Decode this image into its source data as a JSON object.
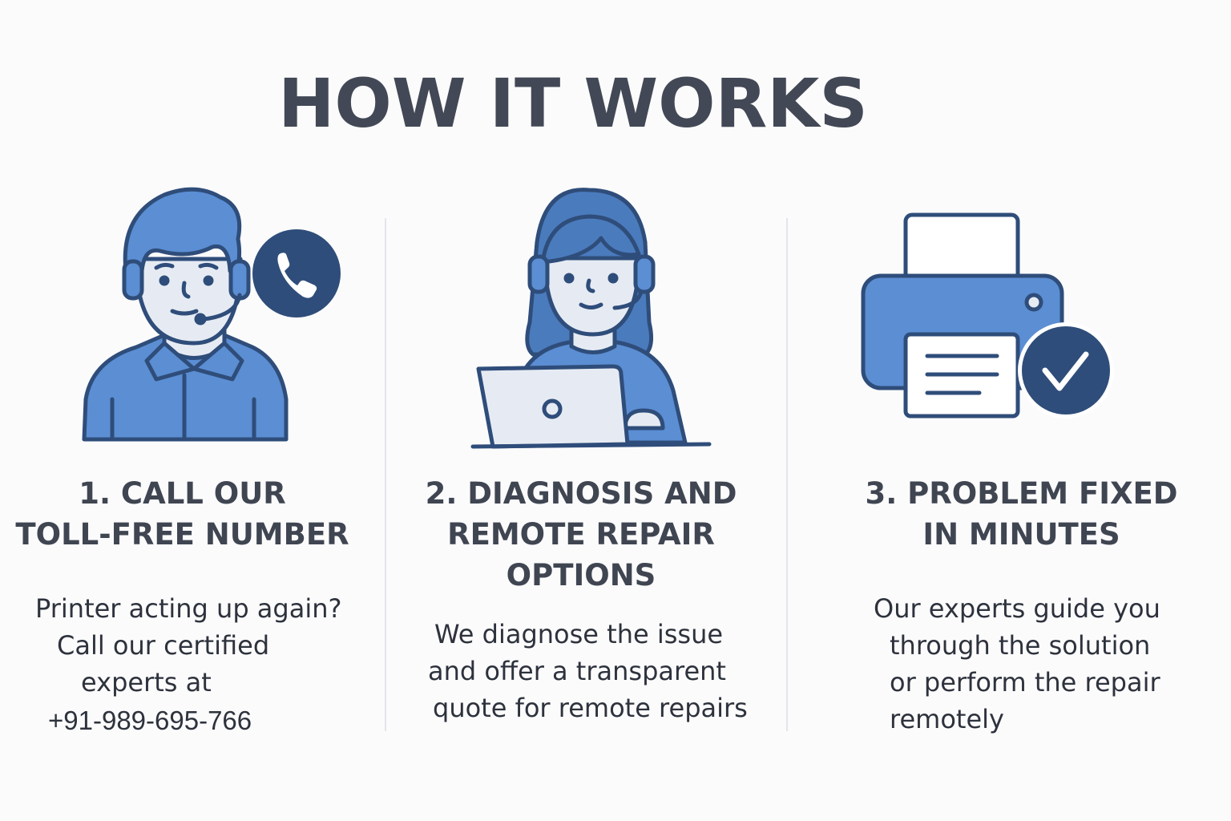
{
  "title": "HOW IT WORKS",
  "colors": {
    "primary_blue": "#5b8ed3",
    "dark_navy": "#2f4d7a",
    "light_blue": "#e6ebf3",
    "text_dark": "#3f4551"
  },
  "steps": [
    {
      "icon": "support-agent-with-phone-icon",
      "heading_lines": [
        "1. CALL OUR",
        "TOLL-FREE NUMBER"
      ],
      "body_lines": [
        "Printer acting up again?",
        "Call our certified",
        "experts at"
      ],
      "phone": "+91-989-695-766"
    },
    {
      "icon": "technician-at-laptop-icon",
      "heading_lines": [
        "2. DIAGNOSIS AND",
        "REMOTE REPAIR",
        "OPTIONS"
      ],
      "body_lines": [
        "We diagnose the issue",
        "and offer a transparent",
        "quote for remote repairs"
      ]
    },
    {
      "icon": "printer-with-checkmark-icon",
      "heading_lines": [
        "3. PROBLEM FIXED",
        "IN MINUTES"
      ],
      "body_lines": [
        "Our experts guide you",
        "through the solution",
        "or perform the repair",
        "remotely"
      ]
    }
  ]
}
